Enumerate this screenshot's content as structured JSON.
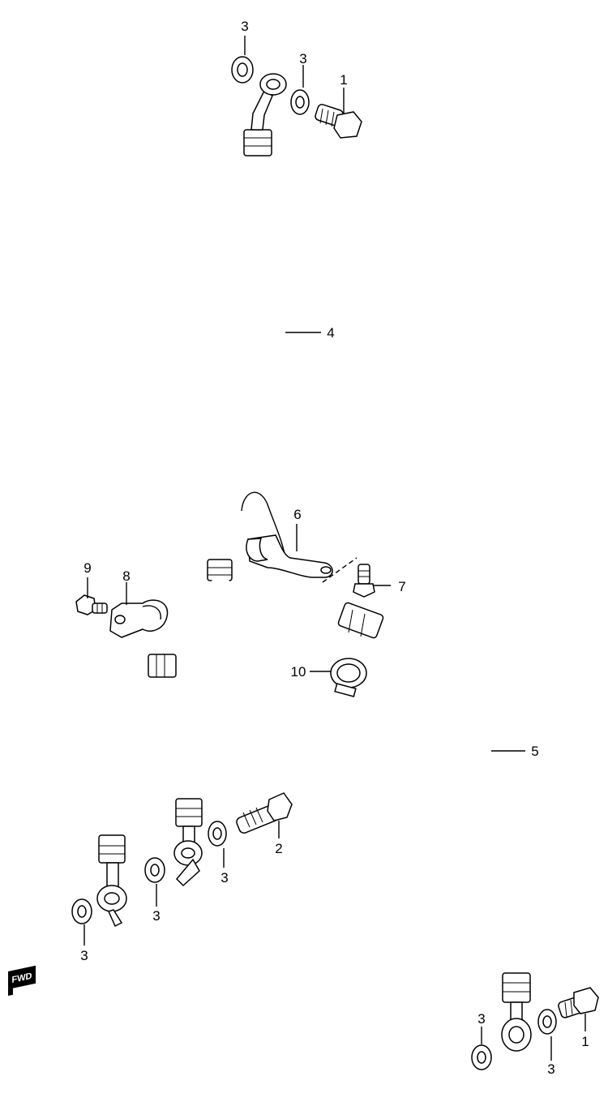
{
  "diagram": {
    "fwd_badge": "FWD",
    "callouts": {
      "c3_top_left": "3",
      "c3_top_right": "3",
      "c1_top": "1",
      "c4": "4",
      "c6": "6",
      "c7": "7",
      "c9": "9",
      "c8": "8",
      "c10": "10",
      "c5": "5",
      "c2": "2",
      "c3_mid": "3",
      "c3_center": "3",
      "c3_left_bottom": "3",
      "c3_bottom_right_a": "3",
      "c3_bottom_right_b": "3",
      "c1_bottom": "1"
    }
  }
}
